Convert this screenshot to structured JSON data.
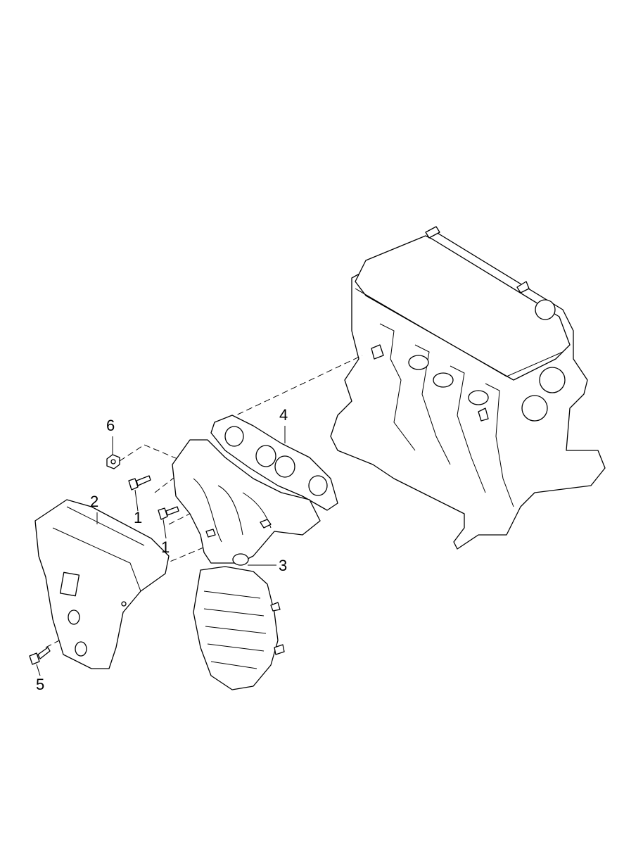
{
  "diagram": {
    "type": "exploded parts diagram",
    "callouts": [
      {
        "id": "6",
        "label": "6"
      },
      {
        "id": "4",
        "label": "4"
      },
      {
        "id": "2",
        "label": "2"
      },
      {
        "id": "1a",
        "label": "1"
      },
      {
        "id": "1b",
        "label": "1"
      },
      {
        "id": "3",
        "label": "3"
      },
      {
        "id": "5",
        "label": "5"
      }
    ]
  }
}
